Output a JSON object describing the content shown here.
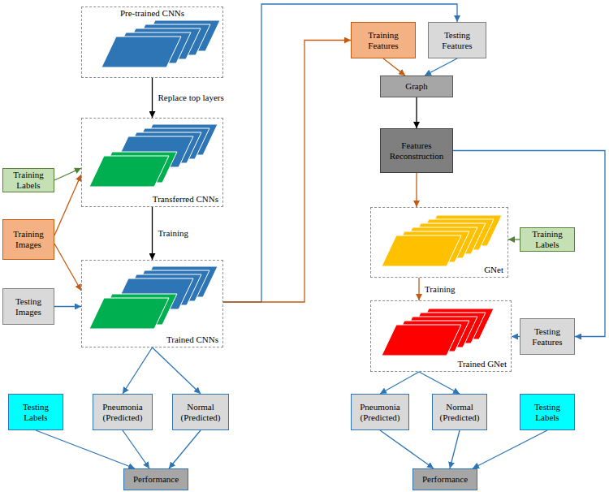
{
  "diagram": {
    "nodes": [
      {
        "text": [
          "Pre-trained CNNs"
        ]
      },
      {
        "text": [
          "Training Labels"
        ]
      },
      {
        "text": [
          "Transferred CNNs"
        ]
      },
      {
        "text": [
          "Training Images"
        ]
      },
      {
        "text": [
          "Trained CNNs"
        ]
      },
      {
        "text": [
          "Testing Images"
        ]
      },
      {
        "text": [
          "Testing Labels"
        ]
      },
      {
        "text": [
          "Pneumonia (Predicted)"
        ]
      },
      {
        "text": [
          "Normal (Predicted)"
        ]
      },
      {
        "text": [
          "Performance"
        ]
      },
      {
        "text": [
          "Training Features"
        ]
      },
      {
        "text": [
          "Testing Features"
        ]
      },
      {
        "text": [
          "Graph"
        ]
      },
      {
        "text": [
          "Features Reconstruction"
        ]
      },
      {
        "text": [
          "GNet"
        ]
      },
      {
        "text": [
          "Training Labels"
        ]
      },
      {
        "text": [
          "Trained GNet"
        ]
      },
      {
        "text": [
          "Testing Features"
        ]
      },
      {
        "text": [
          "Pneumonia (Predicted)"
        ]
      },
      {
        "text": [
          "Normal (Predicted)"
        ]
      },
      {
        "text": [
          "Testing Labels"
        ]
      },
      {
        "text": [
          "Performance"
        ]
      }
    ],
    "edges": [
      {
        "from": 0,
        "to": 2,
        "arrow": "to",
        "label": "Replace top layers"
      },
      {
        "from": 1,
        "to": 2,
        "arrow": "to"
      },
      {
        "from": 3,
        "to": 2,
        "arrow": "to"
      },
      {
        "from": 3,
        "to": 4,
        "arrow": "to"
      },
      {
        "from": 2,
        "to": 4,
        "arrow": "to",
        "label": "Training"
      },
      {
        "from": 5,
        "to": 4,
        "arrow": "to"
      },
      {
        "from": 4,
        "to": 11,
        "arrow": "to"
      },
      {
        "from": 4,
        "to": 10,
        "arrow": "to"
      },
      {
        "from": 4,
        "to": 7,
        "arrow": "to"
      },
      {
        "from": 4,
        "to": 8,
        "arrow": "to"
      },
      {
        "from": 6,
        "to": 9,
        "arrow": "to"
      },
      {
        "from": 7,
        "to": 9,
        "arrow": "to"
      },
      {
        "from": 8,
        "to": 9,
        "arrow": "to"
      },
      {
        "from": 10,
        "to": 12,
        "arrow": "to"
      },
      {
        "from": 11,
        "to": 12,
        "arrow": "to"
      },
      {
        "from": 12,
        "to": 13,
        "arrow": "to"
      },
      {
        "from": 13,
        "to": 14,
        "arrow": "to"
      },
      {
        "from": 13,
        "to": 17,
        "arrow": "to"
      },
      {
        "from": 15,
        "to": 14,
        "arrow": "to"
      },
      {
        "from": 14,
        "to": 16,
        "arrow": "to",
        "label": "Training"
      },
      {
        "from": 17,
        "to": 16,
        "arrow": "to"
      },
      {
        "from": 16,
        "to": 18,
        "arrow": "to"
      },
      {
        "from": 16,
        "to": 19,
        "arrow": "to"
      },
      {
        "from": 18,
        "to": 21,
        "arrow": "to"
      },
      {
        "from": 19,
        "to": 21,
        "arrow": "to"
      },
      {
        "from": 20,
        "to": 21,
        "arrow": "to"
      }
    ]
  }
}
